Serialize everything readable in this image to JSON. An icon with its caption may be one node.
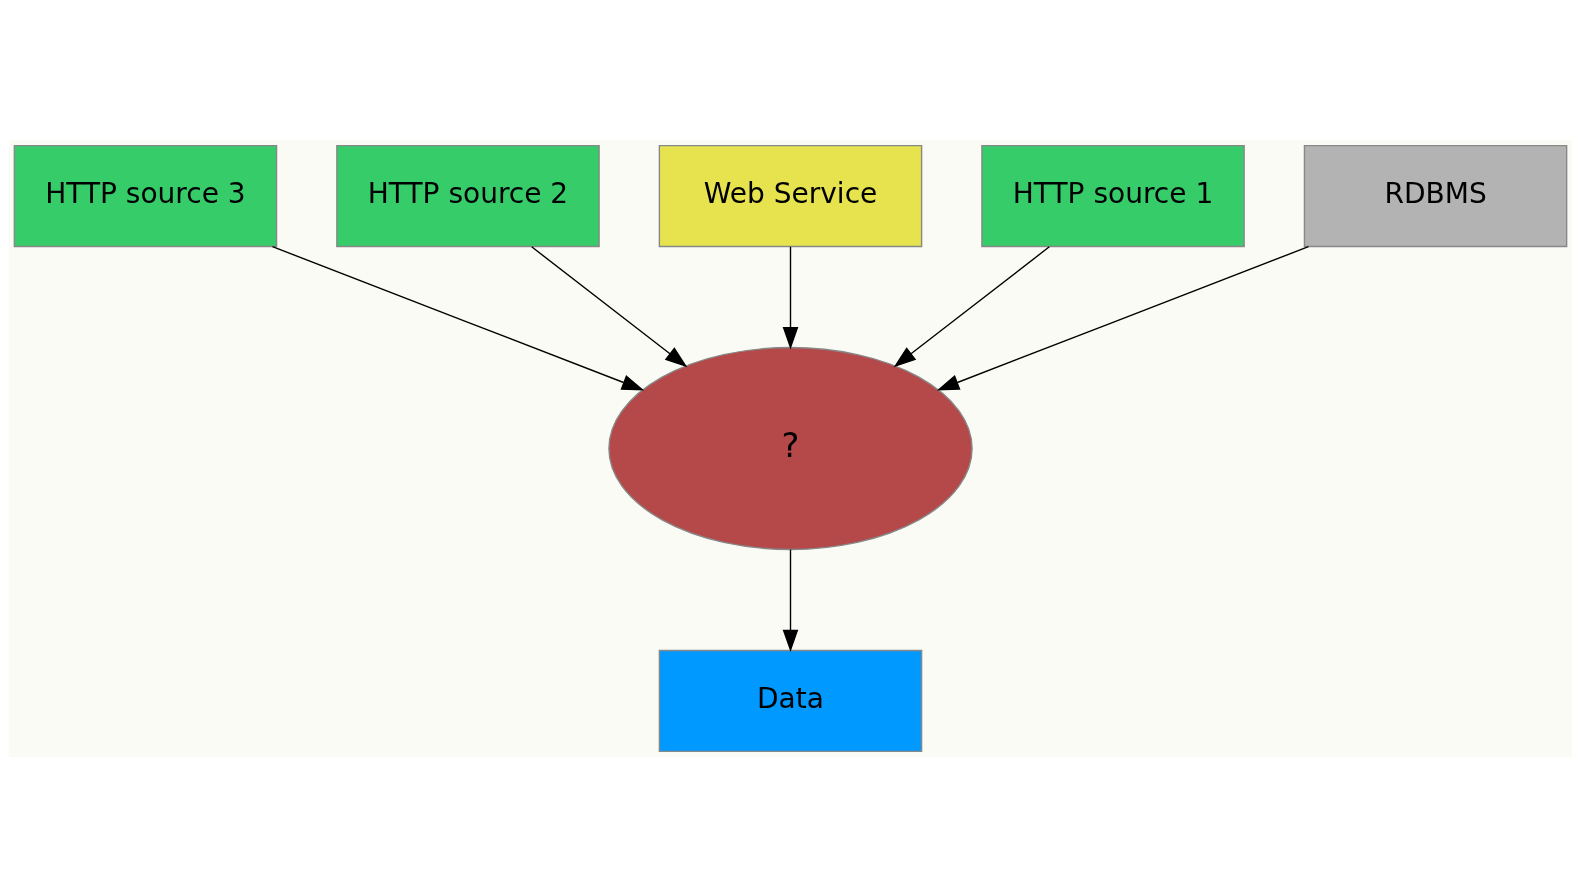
{
  "diagram": {
    "nodes": [
      {
        "text": [
          "HTTP source 3"
        ]
      },
      {
        "text": [
          "HTTP source 2"
        ]
      },
      {
        "text": [
          "Web Service"
        ]
      },
      {
        "text": [
          "HTTP source 1"
        ]
      },
      {
        "text": [
          "?"
        ]
      },
      {
        "text": [
          "RDBMS"
        ]
      },
      {
        "text": [
          "Data"
        ]
      }
    ],
    "edges": [
      {
        "from": 0,
        "to": 4,
        "arrow": "to"
      },
      {
        "from": 1,
        "to": 4,
        "arrow": "to"
      },
      {
        "from": 2,
        "to": 4,
        "arrow": "to"
      },
      {
        "from": 3,
        "to": 4,
        "arrow": "to"
      },
      {
        "from": 5,
        "to": 4,
        "arrow": "to"
      },
      {
        "from": 4,
        "to": 6,
        "arrow": "to"
      }
    ]
  }
}
